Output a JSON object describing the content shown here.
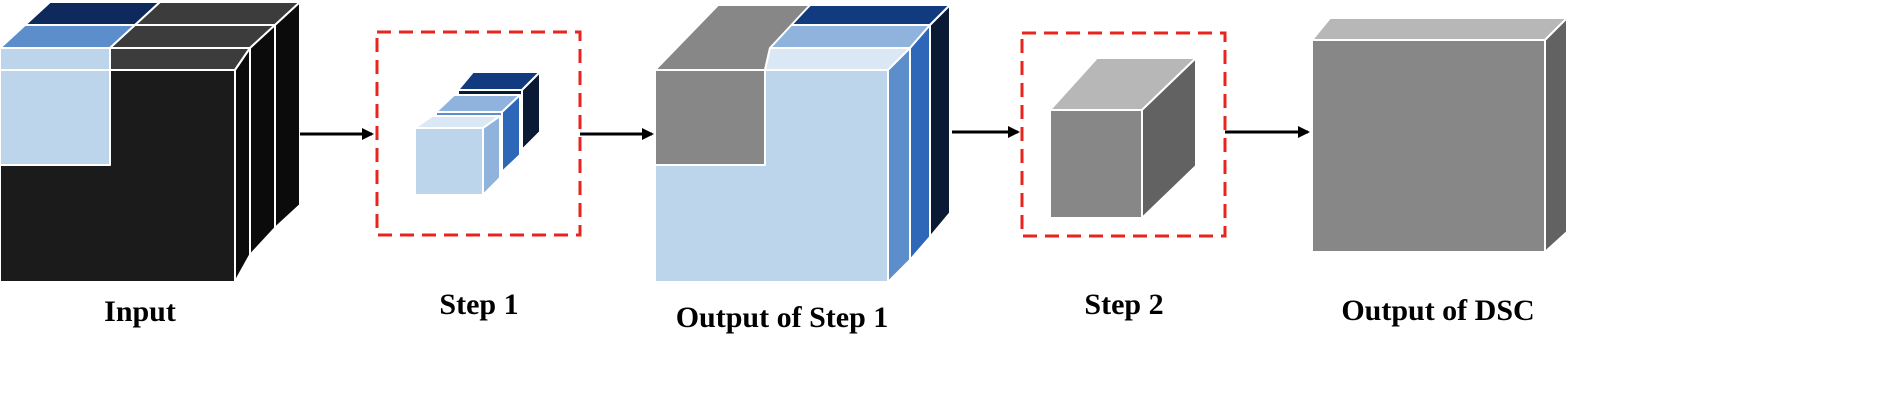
{
  "labels": {
    "input": "Input",
    "step1": "Step 1",
    "output_step1": "Output of Step 1",
    "step2": "Step 2",
    "output_dsc": "Output of DSC"
  },
  "colors": {
    "black_face": "#1b1b1b",
    "black_side": "#0b0b0b",
    "dark_gray_top": "#3c3c3c",
    "light_blue": "#bcd5eb",
    "light_blue_top": "#d9e8f4",
    "mid_blue": "#5b8ecb",
    "mid_blue_light": "#8fb3dd",
    "royal_blue": "#2f67b8",
    "navy": "#123a7e",
    "dark_navy": "#0a1a35",
    "gray_front": "#878787",
    "gray_top": "#b7b7b7",
    "gray_side": "#626262",
    "dashed_red": "#e8241f"
  }
}
